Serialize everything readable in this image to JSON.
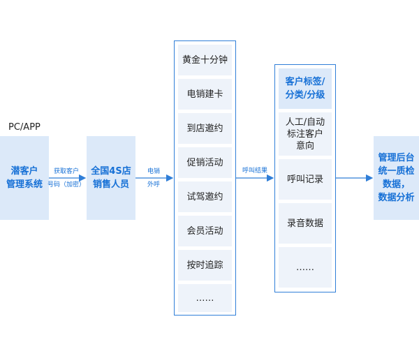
{
  "pc_label": "PC/APP",
  "source_box": {
    "line1": "潜客户",
    "line2": "管理系统"
  },
  "arrow1": {
    "line1": "获取客户",
    "line2": "号码（加密）"
  },
  "staff_box": {
    "line1": "全国4S店",
    "line2": "销售人员"
  },
  "arrow2": {
    "line1": "电销",
    "line2": "外呼"
  },
  "scenarios": [
    "黄金十分钟",
    "电销建卡",
    "到店邀约",
    "促销活动",
    "试驾邀约",
    "会员活动",
    "按时追踪",
    "……"
  ],
  "arrow3": {
    "label": "呼叫结果"
  },
  "results": {
    "tag_item": {
      "line1": "客户标签/",
      "line2": "分类/分级"
    },
    "annotate_item": {
      "line1": "人工/自动",
      "line2": "标注客户",
      "line3": "意向"
    },
    "call_record": "呼叫记录",
    "audio_data": "录音数据",
    "more": "……"
  },
  "backend_box": {
    "line1": "管理后台",
    "line2": "统一质检",
    "line3": "数据，",
    "line4": "数据分析"
  },
  "colors": {
    "accent": "#2f7ed8",
    "box_fill": "#dce9f9",
    "item_fill": "#eef3fa",
    "text_blue": "#1670d6"
  }
}
